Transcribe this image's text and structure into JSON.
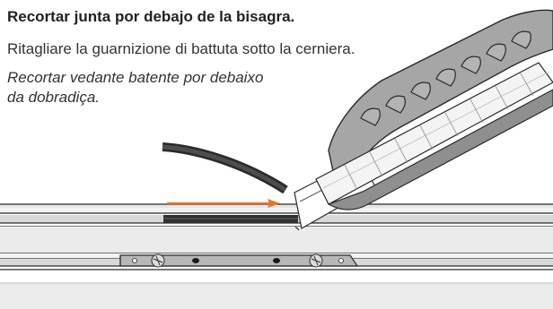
{
  "instructions": {
    "spanish": "Recortar junta por debajo de la bisagra.",
    "italian": "Ritagliare la guarnizione di battuta sotto la cerniera.",
    "portuguese": "Recortar vedante batente por debaixo da dobradiça."
  },
  "illustration": {
    "arrow_color": "#e8742a",
    "frame_color": "#dcdcdc",
    "knife_color": "#a6a6a6",
    "gasket_color": "#3a3a3a",
    "icons": [
      "gasket-cord",
      "cut-arrow",
      "utility-knife",
      "hinge-plate",
      "screw"
    ]
  }
}
